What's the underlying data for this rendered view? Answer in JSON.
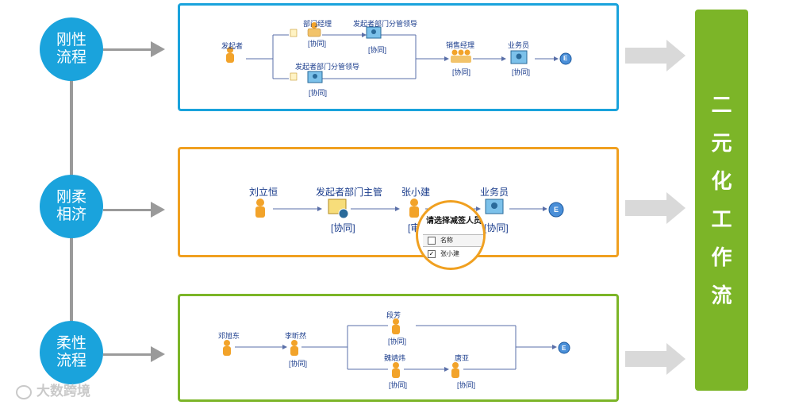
{
  "rows": [
    {
      "label": "刚性流程"
    },
    {
      "label": "刚柔相济"
    },
    {
      "label": "柔性流程"
    }
  ],
  "result_label": [
    "二",
    "元",
    "化",
    "工",
    "作",
    "流"
  ],
  "colors": {
    "circle": "#1aa3dc",
    "rigid": "#1aa3dc",
    "mixed": "#f0a020",
    "flexible": "#7cb528",
    "result": "#7cb528",
    "connector": "#9a9a9a",
    "node_text": "#1a3c8c"
  },
  "rigid": {
    "initiator": "发起者",
    "dept_manager": "部门经理",
    "dept_manager_tag": "[协同]",
    "dept_leader_top": "发起者部门分管领导",
    "dept_leader_top_tag": "[协同]",
    "dept_leader_bottom": "发起者部门分管领导",
    "dept_leader_bottom_tag": "[协同]",
    "sales_manager": "销售经理",
    "sales_manager_tag": "[协同]",
    "clerk": "业务员",
    "clerk_tag": "[协同]",
    "end": "E"
  },
  "mixed": {
    "initiator": "刘立恒",
    "dept_head": "发起者部门主管",
    "dept_head_tag": "[协同]",
    "zhang": "张小建",
    "zhang_tag": "[审",
    "clerk": "业务员",
    "clerk_tag": "[协同]",
    "end": "E",
    "popup_title": "请选择减签人员",
    "popup_col": "名称",
    "popup_item": "张小建"
  },
  "flexible": {
    "n1": "邓旭东",
    "n2": "李昕然",
    "n2_tag": "[协同]",
    "n3": "段芳",
    "n3_tag": "[协同]",
    "n4": "魏靖炜",
    "n4_tag": "[协同]",
    "n5": "唐亚",
    "n5_tag": "[协同]",
    "end": "E"
  },
  "watermark": "大数跨境"
}
